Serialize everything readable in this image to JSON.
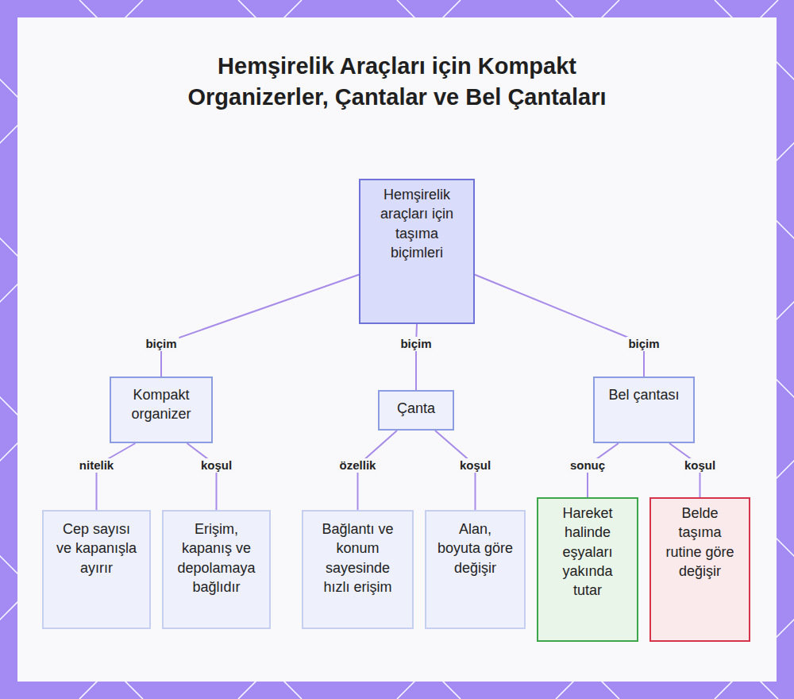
{
  "diagram": {
    "title": "Hemşirelik Araçları için Kompakt Organizerler, Çantalar ve Bel Çantaları",
    "nodes": [
      {
        "text": [
          "Hemşirelik araçları için taşıma biçimleri"
        ]
      },
      {
        "text": [
          "Kompakt organizer"
        ]
      },
      {
        "text": [
          "Çanta"
        ]
      },
      {
        "text": [
          "Bel çantası"
        ]
      },
      {
        "text": [
          "Cep sayısı ve kapanışla ayırır"
        ]
      },
      {
        "text": [
          "Erişim, kapanış ve depolamaya bağlıdır"
        ]
      },
      {
        "text": [
          "Bağlantı ve konum sayesinde hızlı erişim"
        ]
      },
      {
        "text": [
          "Alan, boyuta göre değişir"
        ]
      },
      {
        "text": [
          "Hareket halinde eşyaları yakında tutar"
        ]
      },
      {
        "text": [
          "Belde taşıma rutine göre değişir"
        ]
      }
    ],
    "edges": [
      {
        "from": 0,
        "to": 1,
        "label": "biçim",
        "arrow": "none"
      },
      {
        "from": 0,
        "to": 2,
        "label": "biçim",
        "arrow": "none"
      },
      {
        "from": 0,
        "to": 3,
        "label": "biçim",
        "arrow": "none"
      },
      {
        "from": 1,
        "to": 4,
        "label": "nitelik",
        "arrow": "none"
      },
      {
        "from": 1,
        "to": 5,
        "label": "koşul",
        "arrow": "none"
      },
      {
        "from": 2,
        "to": 6,
        "label": "özellik",
        "arrow": "none"
      },
      {
        "from": 2,
        "to": 7,
        "label": "koşul",
        "arrow": "none"
      },
      {
        "from": 3,
        "to": 8,
        "label": "sonuç",
        "arrow": "none"
      },
      {
        "from": 3,
        "to": 9,
        "label": "koşul",
        "arrow": "none"
      }
    ]
  }
}
